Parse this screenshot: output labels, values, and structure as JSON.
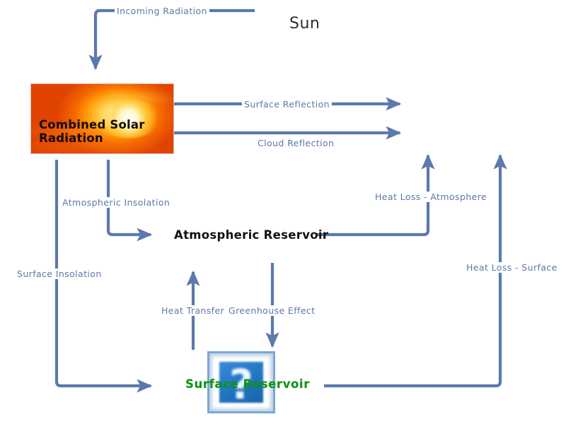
{
  "diagram": {
    "title_label": "Sun",
    "nodes": [
      {
        "id": "solar",
        "label": "Combined Solar Radiation",
        "kind": "image-block"
      },
      {
        "id": "atmosphere",
        "label": "Atmospheric Reservoir",
        "kind": "text-node"
      },
      {
        "id": "surface",
        "label": "Surface Reservoir",
        "kind": "broken-image-node"
      }
    ],
    "flows": [
      {
        "id": "incoming-radiation",
        "label": "Incoming Radiation",
        "from": "sun",
        "to": "solar"
      },
      {
        "id": "surface-reflection",
        "label": "Surface Reflection",
        "from": "solar",
        "to": "space"
      },
      {
        "id": "cloud-reflection",
        "label": "Cloud Reflection",
        "from": "solar",
        "to": "space"
      },
      {
        "id": "atmospheric-insolation",
        "label": "Atmospheric Insolation",
        "from": "solar",
        "to": "atmosphere"
      },
      {
        "id": "surface-insolation",
        "label": "Surface Insolation",
        "from": "solar",
        "to": "surface"
      },
      {
        "id": "heat-transfer",
        "label": "Heat Transfer",
        "from": "surface",
        "to": "atmosphere"
      },
      {
        "id": "greenhouse-effect",
        "label": "Greenhouse Effect",
        "from": "atmosphere",
        "to": "surface"
      },
      {
        "id": "heat-loss-atmosphere",
        "label": "Heat Loss - Atmosphere",
        "from": "atmosphere",
        "to": "space"
      },
      {
        "id": "heat-loss-surface",
        "label": "Heat Loss - Surface",
        "from": "surface",
        "to": "space"
      }
    ],
    "colors": {
      "wire": "#5b79ad",
      "flow_label": "#5c78a8",
      "node_label": "#15100d",
      "surface_label": "#0f9416",
      "background": "#ffffff"
    },
    "placeholder_glyph": "?"
  }
}
